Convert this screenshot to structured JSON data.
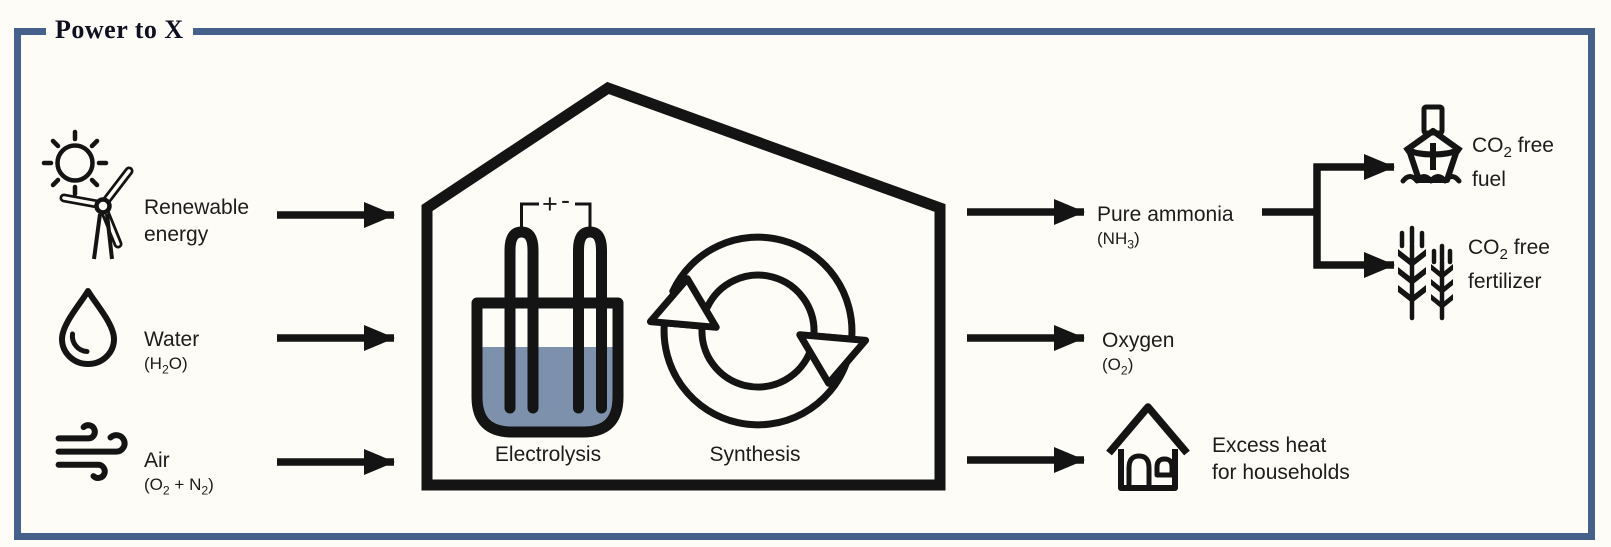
{
  "title": "Power to X",
  "colors": {
    "frame_border": "#45618c",
    "text": "#1c1c1c",
    "icon_stroke": "#141414",
    "electrolyte_liquid": "#7e91ac"
  },
  "inputs": {
    "renewable": {
      "line1": "Renewable",
      "line2": "energy",
      "icon": "sun-and-wind-turbine-icon"
    },
    "water": {
      "label": "Water",
      "formula": [
        "(H",
        "2",
        "O)"
      ],
      "icon": "water-drop-icon"
    },
    "air": {
      "label": "Air",
      "formula": [
        "(O",
        "2",
        " + N",
        "2",
        ")"
      ],
      "icon": "wind-icon"
    }
  },
  "plant": {
    "electrolysis_label": "Electrolysis",
    "synthesis_label": "Synthesis",
    "electrode_positive": "+",
    "electrode_negative": "-"
  },
  "outputs": {
    "ammonia": {
      "label": "Pure ammonia",
      "formula": [
        "(NH",
        "3",
        ")"
      ]
    },
    "oxygen": {
      "label": "Oxygen",
      "formula": [
        "(O",
        "2",
        ")"
      ]
    },
    "heat": {
      "line1": "Excess heat",
      "line2": "for households",
      "icon": "house-icon"
    },
    "fuel": {
      "pre": "CO",
      "sub": "2",
      "post": " free",
      "line2": "fuel",
      "icon": "ship-icon"
    },
    "fertilizer": {
      "pre": "CO",
      "sub": "2",
      "post": " free",
      "line2": "fertilizer",
      "icon": "wheat-icon"
    }
  }
}
